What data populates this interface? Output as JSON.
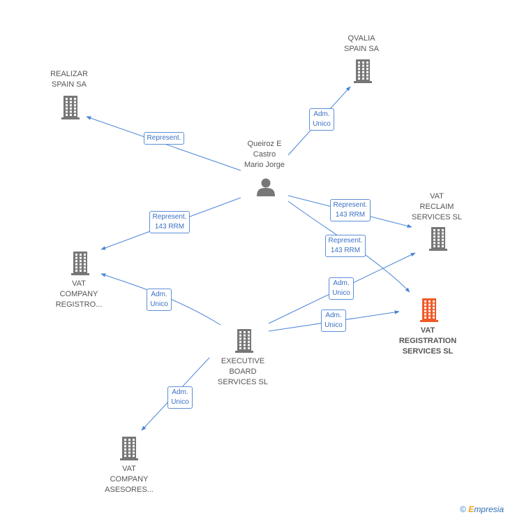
{
  "colors": {
    "edge": "#4a86d6",
    "node": "#777777",
    "highlight": "#f05a28"
  },
  "nodes": [
    {
      "id": "qvalia",
      "type": "company",
      "label": "QVALIA\nSPAIN SA"
    },
    {
      "id": "realizar",
      "type": "company",
      "label": "REALIZAR\nSPAIN SA"
    },
    {
      "id": "queiroz",
      "type": "person",
      "label": "Queiroz E\nCastro\nMario Jorge"
    },
    {
      "id": "vat_reclaim",
      "type": "company",
      "label": "VAT\nRECLAIM\nSERVICES SL"
    },
    {
      "id": "vat_registration",
      "type": "company",
      "label": "VAT\nREGISTRATION\nSERVICES SL",
      "highlight": true
    },
    {
      "id": "vat_company_registro",
      "type": "company",
      "label": "VAT\nCOMPANY\nREGISTRO..."
    },
    {
      "id": "executive_board",
      "type": "company",
      "label": "EXECUTIVE\nBOARD\nSERVICES  SL"
    },
    {
      "id": "vat_company_asesores",
      "type": "company",
      "label": "VAT\nCOMPANY\nASESORES..."
    }
  ],
  "edges": [
    {
      "from": "queiroz",
      "to": "qvalia",
      "label": "Adm.\nUnico"
    },
    {
      "from": "queiroz",
      "to": "realizar",
      "label": "Represent."
    },
    {
      "from": "queiroz",
      "to": "vat_company_registro",
      "label": "Represent.\n143 RRM"
    },
    {
      "from": "queiroz",
      "to": "vat_reclaim",
      "label": "Represent.\n143 RRM"
    },
    {
      "from": "queiroz",
      "to": "vat_registration",
      "label": "Represent.\n143 RRM"
    },
    {
      "from": "executive_board",
      "to": "vat_company_registro",
      "label": "Adm.\nUnico"
    },
    {
      "from": "executive_board",
      "to": "vat_reclaim",
      "label": "Adm.\nUnico"
    },
    {
      "from": "executive_board",
      "to": "vat_registration",
      "label": "Adm.\nUnico"
    },
    {
      "from": "executive_board",
      "to": "vat_company_asesores",
      "label": "Adm.\nUnico"
    }
  ],
  "footer": {
    "copyright": "©",
    "brand_initial": "E",
    "brand_rest": "mpresia"
  }
}
